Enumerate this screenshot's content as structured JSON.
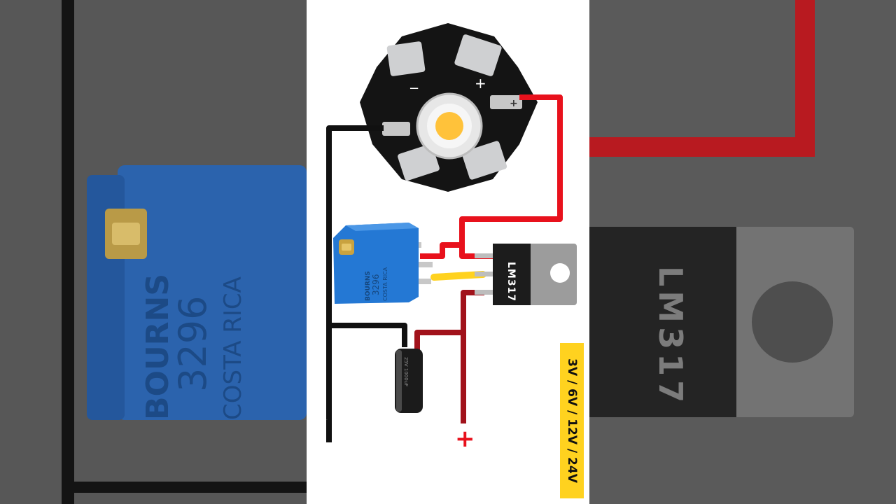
{
  "diagram": {
    "regulator_label": "LM317",
    "potentiometer_brand": "BOURNS",
    "potentiometer_model": "3296",
    "potentiometer_origin": "COSTA RICA",
    "capacitor_label": "25V 1000uF",
    "led_minus_mark": "−",
    "led_plus_mark": "+",
    "tab_plus_mark": "+",
    "negative_terminal_label": "−",
    "positive_terminal_label": "+",
    "voltage_label": "3V / 6V / 12V / 24V"
  },
  "background": {
    "regulator_label": "LM317",
    "potentiometer_brand": "BOURNS",
    "potentiometer_model": "3296",
    "potentiometer_origin": "COSTA RICA"
  },
  "colors": {
    "wire_black": "#111111",
    "wire_red": "#e8111c",
    "wire_dark_red": "#a1121b",
    "wire_yellow": "#ffd21f",
    "pot_blue": "#1e6fd0",
    "led_glow": "#ffc23a",
    "label_bg": "#ffd21f"
  }
}
